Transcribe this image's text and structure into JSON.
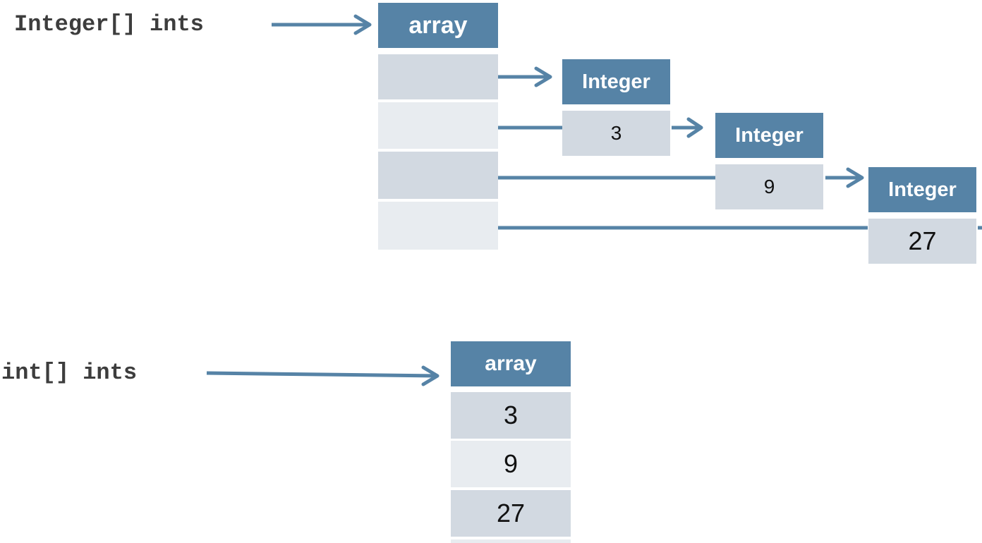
{
  "top": {
    "declaration": "Integer[] ints",
    "array_label": "array",
    "objects": [
      {
        "label": "Integer",
        "value": "3"
      },
      {
        "label": "Integer",
        "value": "9"
      },
      {
        "label": "Integer",
        "value": "27"
      }
    ]
  },
  "bottom": {
    "declaration": "int[] ints",
    "array_label": "array",
    "values": [
      "3",
      "9",
      "27"
    ]
  },
  "colors": {
    "header": "#5683a6",
    "cell_dark": "#d2d9e1",
    "cell_light": "#e8ecf0",
    "arrow": "#5683a6"
  }
}
